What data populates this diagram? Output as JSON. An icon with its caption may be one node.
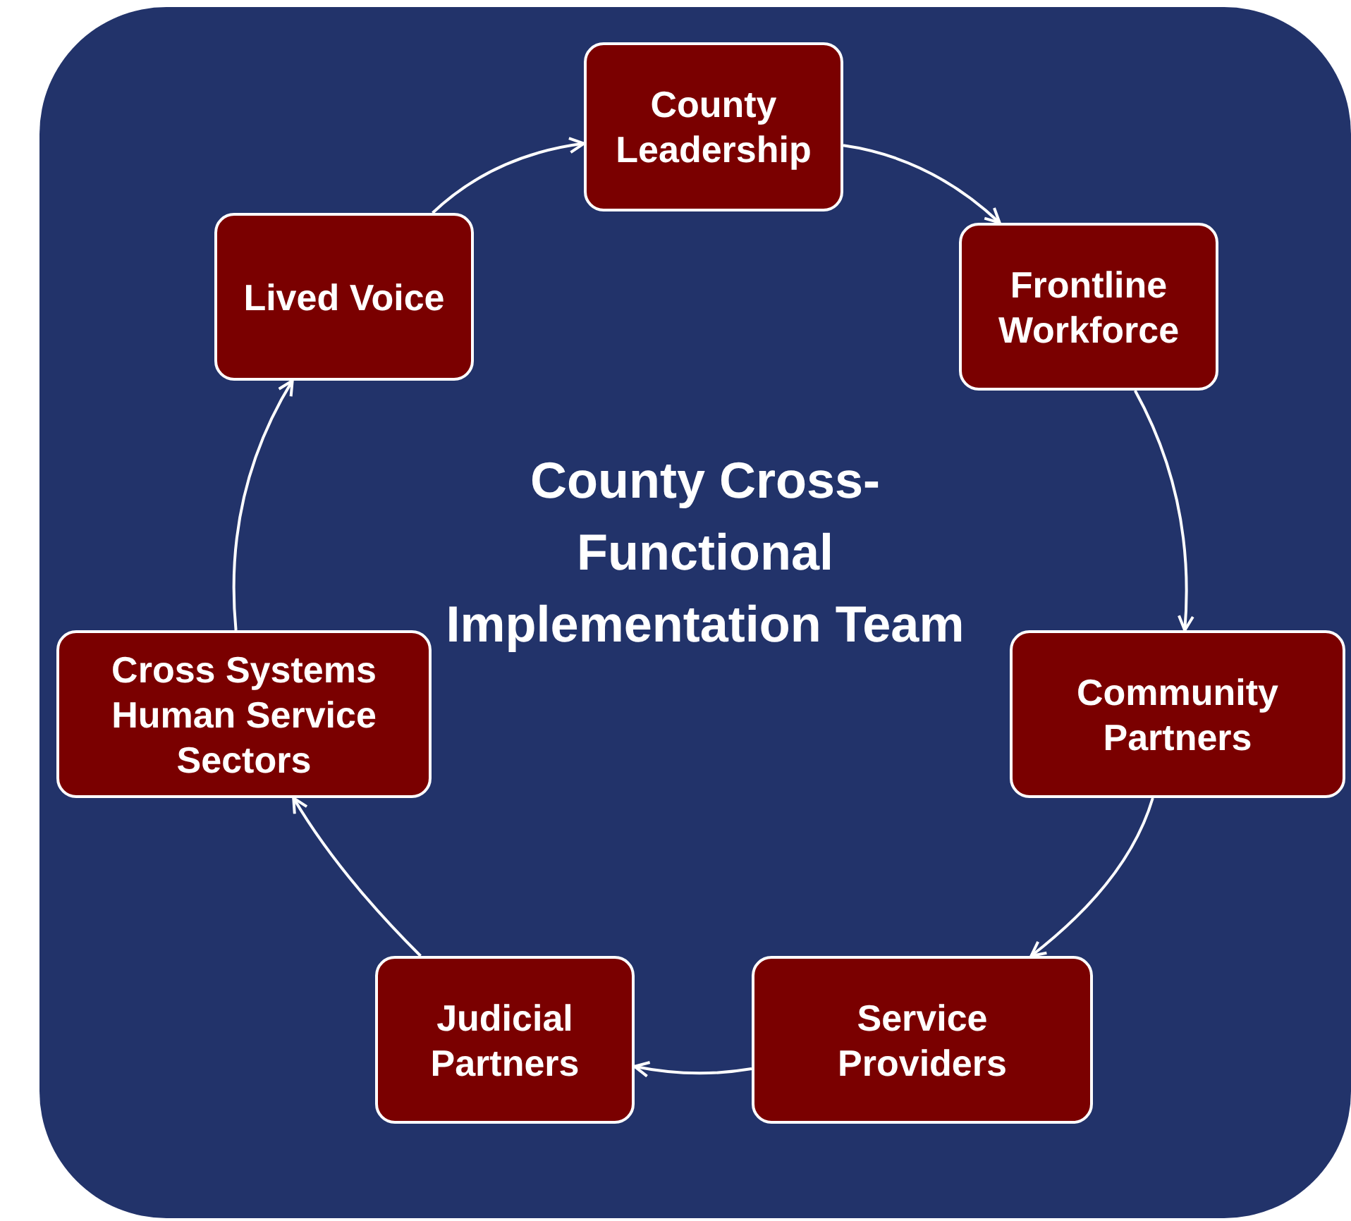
{
  "diagram": {
    "nodes": [
      {
        "text": [
          "County Cross-Functional Implementation Team"
        ]
      },
      {
        "text": [
          "County Leadership"
        ],
        "in": 0
      },
      {
        "text": [
          "Frontline Workforce"
        ],
        "in": 0
      },
      {
        "text": [
          "Community Partners"
        ],
        "in": 0
      },
      {
        "text": [
          "Service Providers"
        ],
        "in": 0
      },
      {
        "text": [
          "Judicial Partners"
        ],
        "in": 0
      },
      {
        "text": [
          "Cross Systems Human Service Sectors"
        ],
        "in": 0
      },
      {
        "text": [
          "Lived Voice"
        ],
        "in": 0
      }
    ],
    "edges": [
      {
        "from": 1,
        "to": 2,
        "arrow": "to"
      },
      {
        "from": 2,
        "to": 3,
        "arrow": "to"
      },
      {
        "from": 3,
        "to": 4,
        "arrow": "to"
      },
      {
        "from": 4,
        "to": 5,
        "arrow": "to"
      },
      {
        "from": 5,
        "to": 6,
        "arrow": "to"
      },
      {
        "from": 6,
        "to": 7,
        "arrow": "to"
      },
      {
        "from": 7,
        "to": 1,
        "arrow": "to"
      }
    ]
  }
}
